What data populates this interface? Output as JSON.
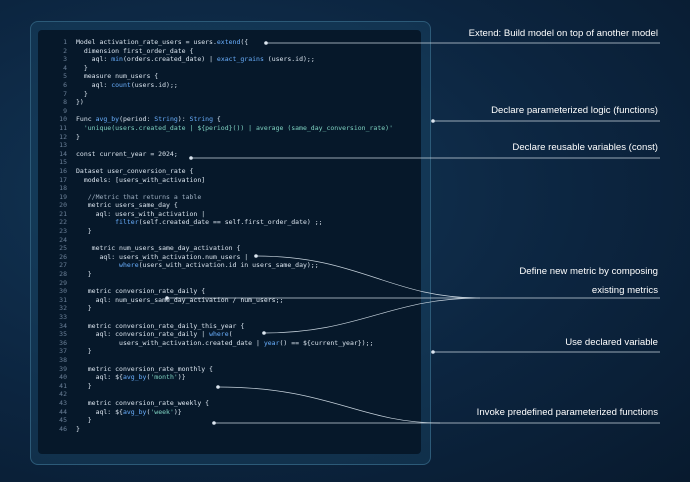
{
  "code_lines": [
    [
      {
        "t": "Model activation_rate_users = users."
      },
      {
        "t": "extend",
        "c": "fn"
      },
      {
        "t": "({"
      }
    ],
    [
      {
        "t": "  dimension first_order_date {"
      }
    ],
    [
      {
        "t": "    aql: "
      },
      {
        "t": "min",
        "c": "fn"
      },
      {
        "t": "(orders.created_date) | "
      },
      {
        "t": "exact_grains",
        "c": "fn"
      },
      {
        "t": " (users.id);;"
      }
    ],
    [
      {
        "t": "  }"
      }
    ],
    [
      {
        "t": "  measure num_users {"
      }
    ],
    [
      {
        "t": "    aql: "
      },
      {
        "t": "count",
        "c": "fn"
      },
      {
        "t": "(users.id);;"
      }
    ],
    [
      {
        "t": "  }"
      }
    ],
    [
      {
        "t": "})"
      }
    ],
    [],
    [
      {
        "t": "Func "
      },
      {
        "t": "avg_by",
        "c": "fn"
      },
      {
        "t": "(period: "
      },
      {
        "t": "String",
        "c": "fn"
      },
      {
        "t": "): "
      },
      {
        "t": "String",
        "c": "fn"
      },
      {
        "t": " {"
      }
    ],
    [
      {
        "t": "  'unique(users.created_date | ${period}()) | average (same_day_conversion_rate)'",
        "c": "str"
      }
    ],
    [
      {
        "t": "}"
      }
    ],
    [],
    [
      {
        "t": "const current_year = 2024;"
      }
    ],
    [],
    [
      {
        "t": "Dataset user_conversion_rate {"
      }
    ],
    [
      {
        "t": "  models: [users_with_activation]"
      }
    ],
    [],
    [
      {
        "t": "   //Metric that returns a table",
        "c": "cm"
      }
    ],
    [
      {
        "t": "   metric users_same_day {"
      }
    ],
    [
      {
        "t": "     aql: users_with_activation |"
      }
    ],
    [
      {
        "t": "          "
      },
      {
        "t": "filter",
        "c": "fn"
      },
      {
        "t": "(self.created_date == self.first_order_date) ;;"
      }
    ],
    [
      {
        "t": "   }"
      }
    ],
    [],
    [
      {
        "t": "    metric num_users_same_day_activation {"
      }
    ],
    [
      {
        "t": "      aql: users_with_activation.num_users |"
      }
    ],
    [
      {
        "t": "           "
      },
      {
        "t": "where",
        "c": "fn"
      },
      {
        "t": "(users_with_activation.id in users_same_day);;"
      }
    ],
    [
      {
        "t": "   }"
      }
    ],
    [],
    [
      {
        "t": "   metric conversion_rate_daily {"
      }
    ],
    [
      {
        "t": "     aql: num_users_same_day_activation / num_users;;"
      }
    ],
    [
      {
        "t": "   }"
      }
    ],
    [],
    [
      {
        "t": "   metric conversion_rate_daily_this_year {"
      }
    ],
    [
      {
        "t": "     aql: conversion_rate_daily | "
      },
      {
        "t": "where",
        "c": "fn"
      },
      {
        "t": "("
      }
    ],
    [
      {
        "t": "           users_with_activation.created_date | "
      },
      {
        "t": "year",
        "c": "fn"
      },
      {
        "t": "() == ${current_year});;"
      }
    ],
    [
      {
        "t": "   }"
      }
    ],
    [],
    [
      {
        "t": "   metric conversion_rate_monthly {"
      }
    ],
    [
      {
        "t": "     aql: ${"
      },
      {
        "t": "avg_by",
        "c": "fn"
      },
      {
        "t": "("
      },
      {
        "t": "'month'",
        "c": "str"
      },
      {
        "t": ")}"
      }
    ],
    [
      {
        "t": "   }"
      }
    ],
    [],
    [
      {
        "t": "   metric conversion_rate_weekly {"
      }
    ],
    [
      {
        "t": "     aql: ${"
      },
      {
        "t": "avg_by",
        "c": "fn"
      },
      {
        "t": "("
      },
      {
        "t": "'week'",
        "c": "str"
      },
      {
        "t": ")}"
      }
    ],
    [
      {
        "t": "   }"
      }
    ],
    [
      {
        "t": "}"
      }
    ]
  ],
  "callouts": {
    "extend": "Extend: Build model on top of another model",
    "functions": "Declare parameterized logic (functions)",
    "const": "Declare reusable variables (const)",
    "metric_line1": "Define new metric by composing",
    "metric_line2": "existing metrics",
    "variable": "Use declared variable",
    "invoke": "Invoke predefined parameterized functions"
  },
  "colors": {
    "background": "#0c2540",
    "editor": "#06182a",
    "text": "#dce6f0",
    "function": "#6ab0ff",
    "string": "#7fd3c2",
    "line_number": "#6c8199",
    "connector": "#c8d4de"
  }
}
